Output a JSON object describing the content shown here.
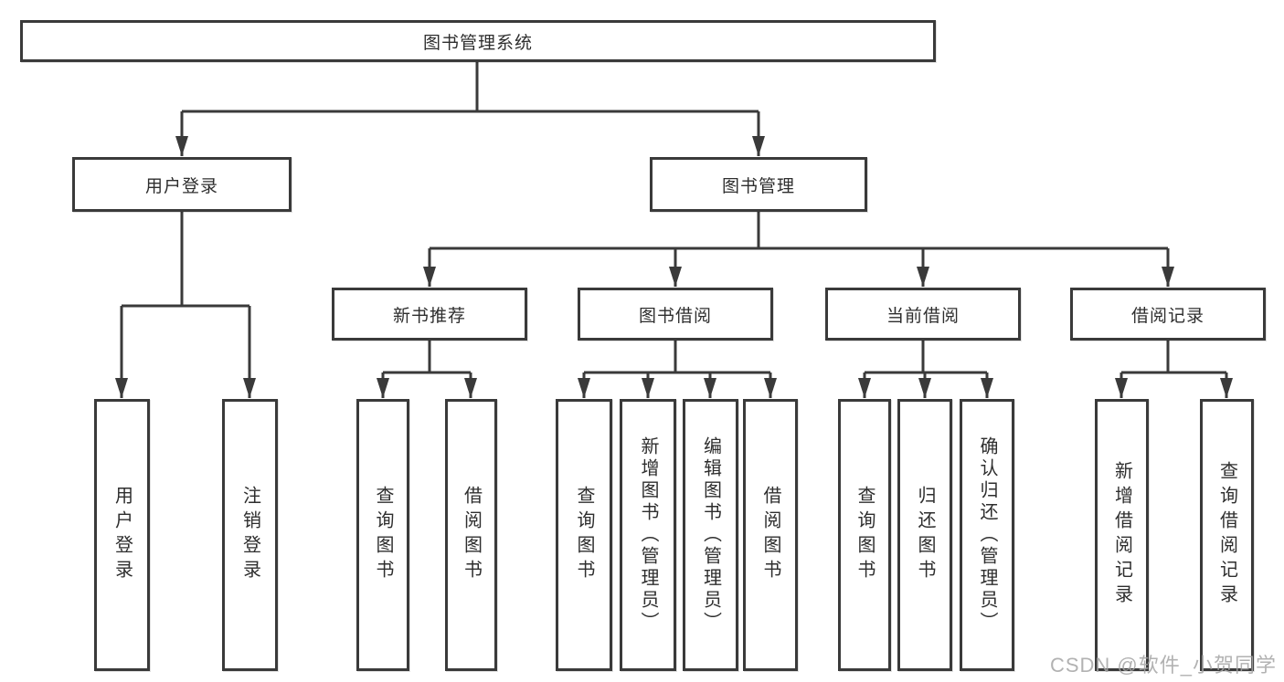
{
  "diagram": {
    "root_label": "图书管理系统",
    "branches": [
      {
        "label": "用户登录",
        "leaves": [
          "用户登录",
          "注销登录"
        ]
      },
      {
        "label": "图书管理",
        "sections": [
          {
            "label": "新书推荐",
            "leaves": [
              "查询图书",
              "借阅图书"
            ]
          },
          {
            "label": "图书借阅",
            "leaves": [
              "查询图书",
              "新增图书（管理员）",
              "编辑图书（管理员）",
              "借阅图书"
            ]
          },
          {
            "label": "当前借阅",
            "leaves": [
              "查询图书",
              "归还图书",
              "确认归还（管理员）"
            ]
          },
          {
            "label": "借阅记录",
            "leaves": [
              "新增借阅记录",
              "查询借阅记录"
            ]
          }
        ]
      }
    ]
  },
  "watermark": "CSDN @软件_小贺同学",
  "colors": {
    "line": "#3a3a3a",
    "box_border": "#3a3a3a",
    "text": "#2e2e2e",
    "watermark": "#a5a5a5",
    "background": "#ffffff"
  }
}
